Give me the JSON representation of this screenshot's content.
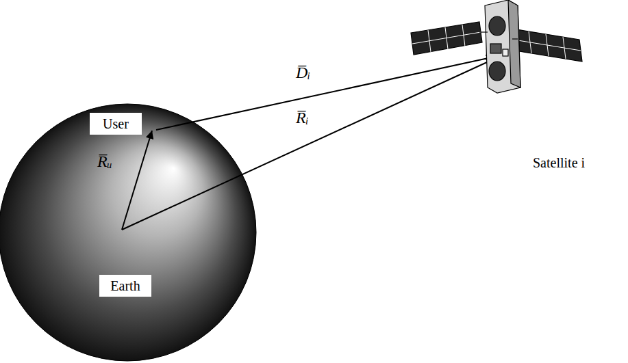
{
  "diagram": {
    "nodes": [
      {
        "text": [
          "User"
        ]
      },
      {
        "text": [
          "Earth"
        ]
      }
    ],
    "labels": [
      "D̅ᵢ",
      "R̅ᵢ",
      "R̅ᵤ",
      "Satellite i"
    ]
  }
}
